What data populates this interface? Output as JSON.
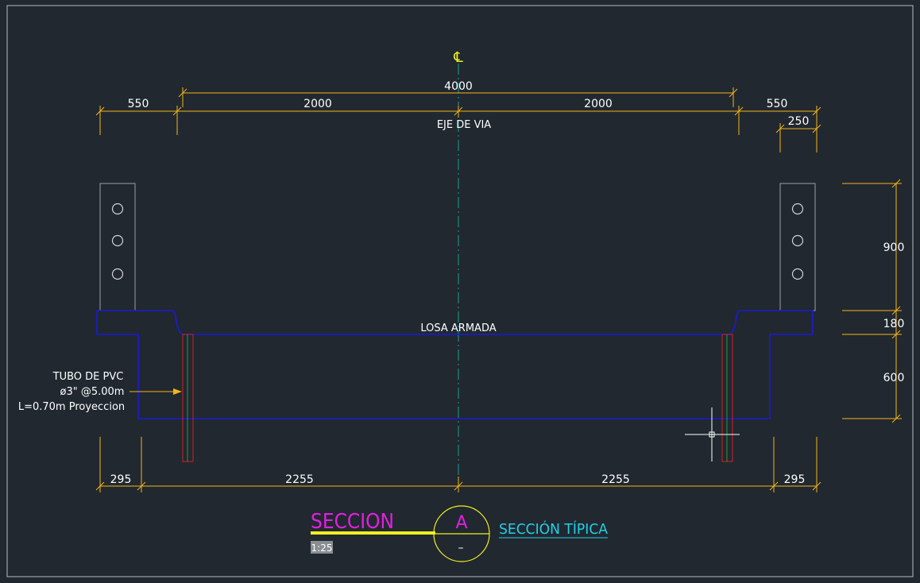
{
  "drawing": {
    "centerline_symbol": "℄",
    "top_dims": {
      "overall": "4000",
      "left_outer": "550",
      "left_inner": "2000",
      "right_inner": "2000",
      "right_outer": "550",
      "post_width": "250"
    },
    "axis_label": "EJE DE VIA",
    "slab_label": "LOSA ARMADA",
    "right_dims": {
      "post_height": "900",
      "slab_thickness": "180",
      "beam_depth": "600"
    },
    "bottom_dims": {
      "left_edge": "295",
      "left_span": "2255",
      "right_span": "2255",
      "right_edge": "295"
    },
    "pipe_note": {
      "line1": "TUBO DE PVC",
      "line2": "ø3\" @5.00m",
      "line3": "L=0.70m  Proyeccion"
    },
    "title_block": {
      "section_word": "SECCION",
      "scale": "1:25",
      "section_letter": "A",
      "sheet_mark": "–",
      "title": "SECCIÓN TÍPICA"
    }
  },
  "colors": {
    "background": "#212830",
    "dimension": "#f5b418",
    "structure": "#1b1bd6",
    "centerline": "#1aa090",
    "post": "#9aa0a6",
    "pipe_red": "#d42020",
    "pipe_green": "#1f9c3a",
    "title_magenta": "#e020e0",
    "title_cyan": "#22d0e8",
    "title_yellow": "#f0f020"
  }
}
